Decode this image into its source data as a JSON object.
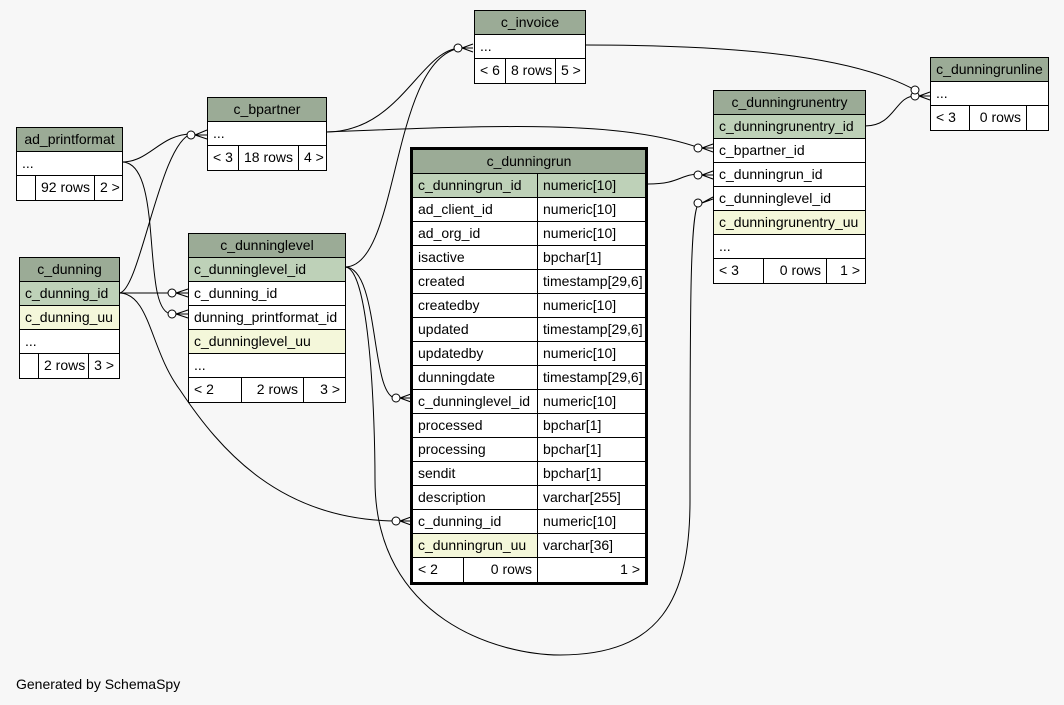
{
  "tables": {
    "c_invoice": {
      "title": "c_invoice",
      "rows": [
        "..."
      ],
      "footer": {
        "left": "< 6",
        "mid": "8 rows",
        "right": "5 >"
      }
    },
    "c_dunningrunline": {
      "title": "c_dunningrunline",
      "rows": [
        "..."
      ],
      "footer": {
        "left": "< 3",
        "mid": "0 rows",
        "right": ""
      }
    },
    "c_bpartner": {
      "title": "c_bpartner",
      "rows": [
        "..."
      ],
      "footer": {
        "left": "< 3",
        "mid": "18 rows",
        "right": "4 >"
      }
    },
    "ad_printformat": {
      "title": "ad_printformat",
      "rows": [
        "..."
      ],
      "footer": {
        "left": "",
        "mid": "92 rows",
        "right": "2 >"
      }
    },
    "c_dunning": {
      "title": "c_dunning",
      "rows": [
        "c_dunning_id",
        "c_dunning_uu",
        "..."
      ],
      "footer": {
        "left": "",
        "mid": "2 rows",
        "right": "3 >"
      }
    },
    "c_dunninglevel": {
      "title": "c_dunninglevel",
      "rows": [
        "c_dunninglevel_id",
        "c_dunning_id",
        "dunning_printformat_id",
        "c_dunninglevel_uu",
        "..."
      ],
      "footer": {
        "left": "< 2",
        "mid": "2 rows",
        "right": "3 >"
      }
    },
    "c_dunningrunentry": {
      "title": "c_dunningrunentry",
      "rows": [
        "c_dunningrunentry_id",
        "c_bpartner_id",
        "c_dunningrun_id",
        "c_dunninglevel_id",
        "c_dunningrunentry_uu",
        "..."
      ],
      "footer": {
        "left": "< 3",
        "mid": "0 rows",
        "right": "1 >"
      }
    },
    "c_dunningrun": {
      "title": "c_dunningrun",
      "columns": [
        {
          "name": "c_dunningrun_id",
          "type": "numeric[10]"
        },
        {
          "name": "ad_client_id",
          "type": "numeric[10]"
        },
        {
          "name": "ad_org_id",
          "type": "numeric[10]"
        },
        {
          "name": "isactive",
          "type": "bpchar[1]"
        },
        {
          "name": "created",
          "type": "timestamp[29,6]"
        },
        {
          "name": "createdby",
          "type": "numeric[10]"
        },
        {
          "name": "updated",
          "type": "timestamp[29,6]"
        },
        {
          "name": "updatedby",
          "type": "numeric[10]"
        },
        {
          "name": "dunningdate",
          "type": "timestamp[29,6]"
        },
        {
          "name": "c_dunninglevel_id",
          "type": "numeric[10]"
        },
        {
          "name": "processed",
          "type": "bpchar[1]"
        },
        {
          "name": "processing",
          "type": "bpchar[1]"
        },
        {
          "name": "sendit",
          "type": "bpchar[1]"
        },
        {
          "name": "description",
          "type": "varchar[255]"
        },
        {
          "name": "c_dunning_id",
          "type": "numeric[10]"
        },
        {
          "name": "c_dunningrun_uu",
          "type": "varchar[36]"
        }
      ],
      "footer": {
        "left": "< 2",
        "mid": "0 rows",
        "right": "1 >"
      }
    }
  },
  "credit": "Generated by SchemaSpy",
  "colors": {
    "header": "#9bab96",
    "primary_key": "#bed1b8",
    "unique": "#f4f7da",
    "background": "#f7f7f7"
  }
}
